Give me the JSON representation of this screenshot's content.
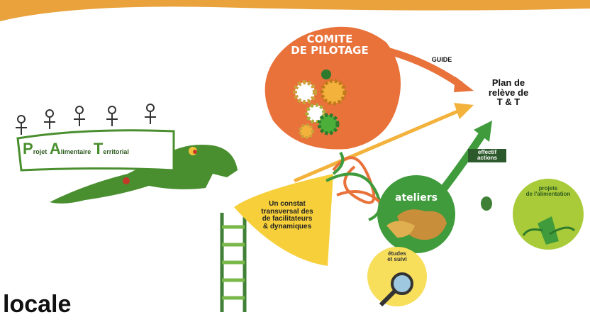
{
  "colors": {
    "top_band": "#e9a23c",
    "orange": "#e8723a",
    "yellow": "#f6cf3a",
    "green": "#3f9b3b",
    "green_dark": "#2d7a2d",
    "lime": "#a9cb3a",
    "yellow_light": "#f7df5c"
  },
  "logo": {
    "letter_p": "P",
    "word_p": "rojet",
    "letter_a": "A",
    "word_a": "limentaire",
    "letter_t": "T",
    "word_t": "erritorial"
  },
  "orange_circle": {
    "line1": "COMITE",
    "line2": "DE PILOTAGE"
  },
  "arrow_label_top": "GUIDE",
  "target_text": {
    "line1": "Plan de",
    "line2": "relève de",
    "line3": "T & T"
  },
  "yellow_shape_text": {
    "line1": "Un constat",
    "line2": "transversal des",
    "line3": "de facilitateurs",
    "line4": "& dynamiques"
  },
  "green_arrow_label": {
    "line1": "effectif",
    "line2": "actions"
  },
  "green_circle": {
    "label": "ateliers"
  },
  "lime_circle": {
    "line1": "projets",
    "line2": "de l'alimentation"
  },
  "small_yellow_circle": {
    "line1": "études",
    "line2": "et suivi"
  },
  "bottom_text": "locale"
}
